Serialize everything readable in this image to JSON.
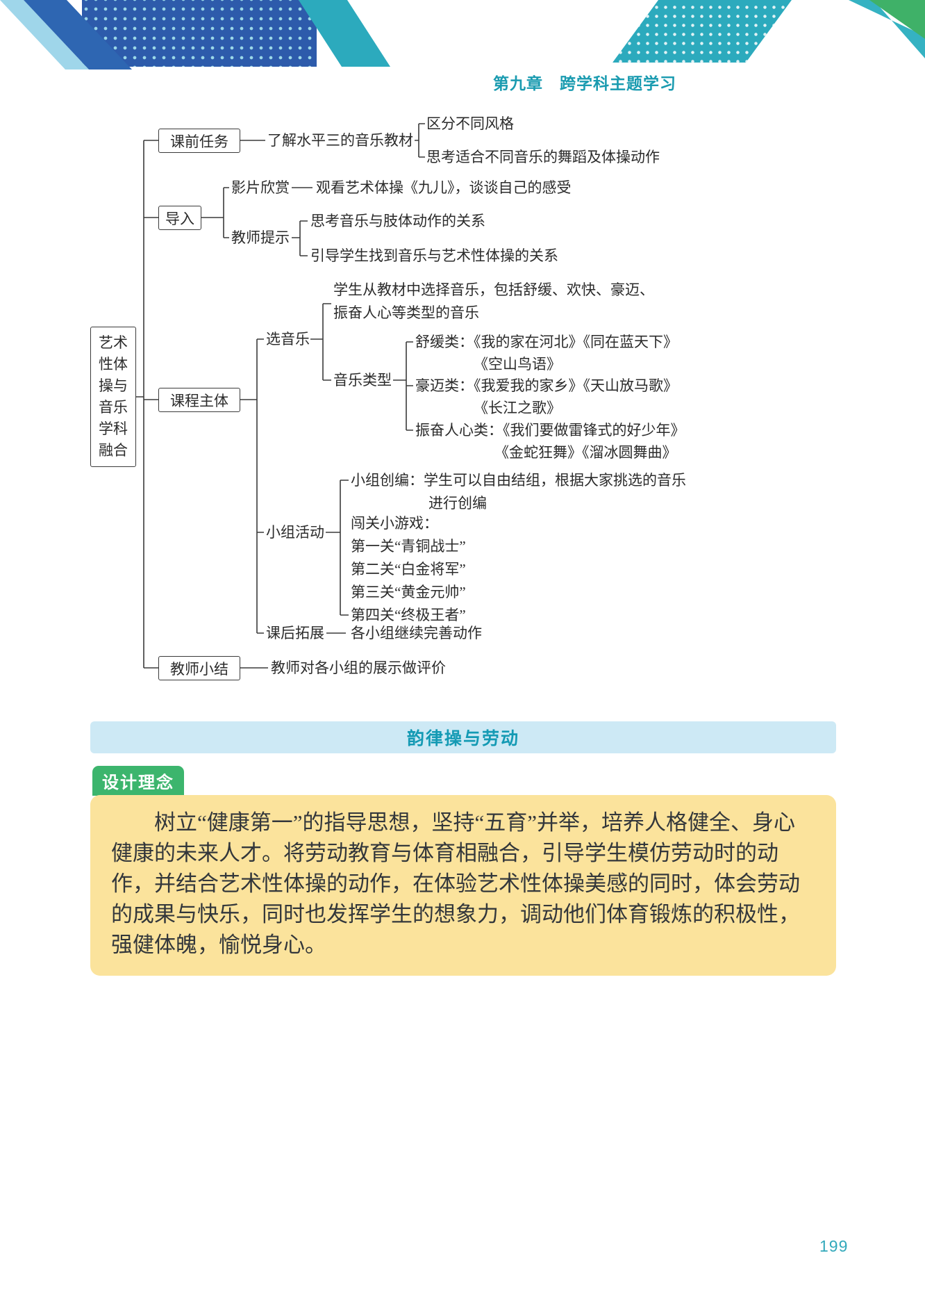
{
  "header": {
    "chapter_title": "第九章　跨学科主题学习"
  },
  "mindmap": {
    "root_label": "艺术性体操与音乐学科融合",
    "pre_task": {
      "label": "课前任务",
      "node": "了解水平三的音乐教材",
      "children": [
        "区分不同风格",
        "思考适合不同音乐的舞蹈及体操动作"
      ]
    },
    "lead_in": {
      "label": "导入",
      "film_label": "影片欣赏",
      "film_desc": "观看艺术体操《九儿》，谈谈自己的感受",
      "tips_label": "教师提示",
      "tips": [
        "思考音乐与肢体动作的关系",
        "引导学生找到音乐与艺术性体操的关系"
      ]
    },
    "course_body": {
      "label": "课程主体",
      "select_music_label": "选音乐",
      "select_music_desc": [
        "学生从教材中选择音乐，包括舒缓、欢快、豪迈、",
        "振奋人心等类型的音乐"
      ],
      "music_type_label": "音乐类型",
      "music_types": [
        {
          "line1": "舒缓类：《我的家在河北》《同在蓝天下》",
          "line2": "《空山鸟语》"
        },
        {
          "line1": "豪迈类：《我爱我的家乡》《天山放马歌》",
          "line2": "《长江之歌》"
        },
        {
          "line1": "振奋人心类：《我们要做雷锋式的好少年》",
          "line2": "《金蛇狂舞》《溜冰圆舞曲》"
        }
      ],
      "group_activity_label": "小组活动",
      "group_creation": [
        "小组创编：学生可以自由结组，根据大家挑选的音乐",
        "进行创编"
      ],
      "game_heading": "闯关小游戏：",
      "game_levels": [
        "第一关“青铜战士”",
        "第二关“白金将军”",
        "第三关“黄金元帅”",
        "第四关“终极王者”"
      ],
      "after_class_label": "课后拓展",
      "after_class_desc": "各小组继续完善动作"
    },
    "summary": {
      "label": "教师小结",
      "desc": "教师对各小组的展示做评价"
    }
  },
  "section_banner": {
    "title": "韵律操与劳动"
  },
  "design_concept": {
    "tab_label": "设计理念",
    "body": "树立“健康第一”的指导思想，坚持“五育”并举，培养人格健全、身心健康的未来人才。将劳动教育与体育相融合，引导学生模仿劳动时的动作，并结合艺术性体操的动作，在体验艺术性体操美感的同时，体会劳动的成果与快乐，同时也发挥学生的想象力，调动他们体育锻炼的积极性，强健体魄，愉悦身心。"
  },
  "footer": {
    "page_number": "199"
  },
  "colors": {
    "teal": "#1a9bb0",
    "blue": "#2d5bab",
    "green": "#3cb56d",
    "banner_bg": "#cde9f5",
    "note_bg": "#fbe39c",
    "line": "#3a3a3a"
  }
}
